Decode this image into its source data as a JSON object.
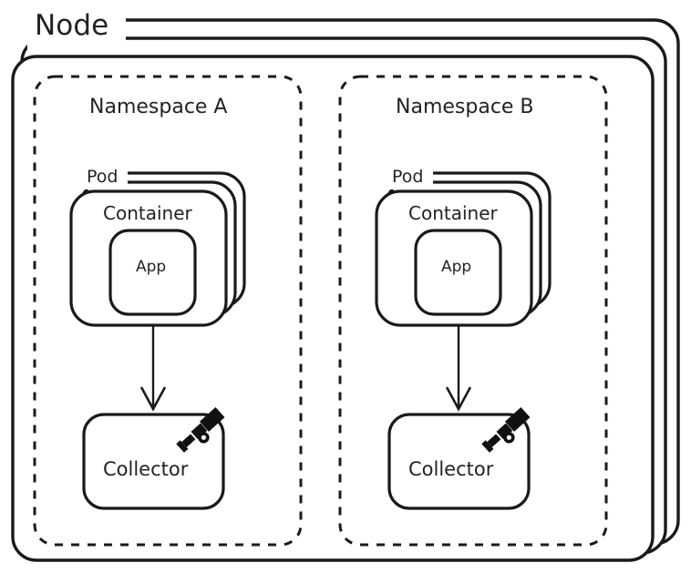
{
  "diagram": {
    "type": "architecture-diagram",
    "title": "Node",
    "description": "Kubernetes node containing two namespaces, each with a stack of pods running a container with an app, sending telemetry to a collector.",
    "node": {
      "label": "Node",
      "stack_count": 3
    },
    "namespaces": [
      {
        "label": "Namespace A",
        "pod": {
          "label": "Pod",
          "stack_count": 3,
          "container": {
            "label": "Container",
            "app": {
              "label": "App"
            }
          }
        },
        "collector": {
          "label": "Collector",
          "icon": "telescope-icon"
        },
        "connector": {
          "from": "pod",
          "to": "collector",
          "style": "arrow-down"
        }
      },
      {
        "label": "Namespace B",
        "pod": {
          "label": "Pod",
          "stack_count": 3,
          "container": {
            "label": "Container",
            "app": {
              "label": "App"
            }
          }
        },
        "collector": {
          "label": "Collector",
          "icon": "telescope-icon"
        },
        "connector": {
          "from": "pod",
          "to": "collector",
          "style": "arrow-down"
        }
      }
    ],
    "colors": {
      "stroke": "#1a1a1a",
      "text": "#232323",
      "background": "#ffffff",
      "icon": "#111111"
    }
  }
}
